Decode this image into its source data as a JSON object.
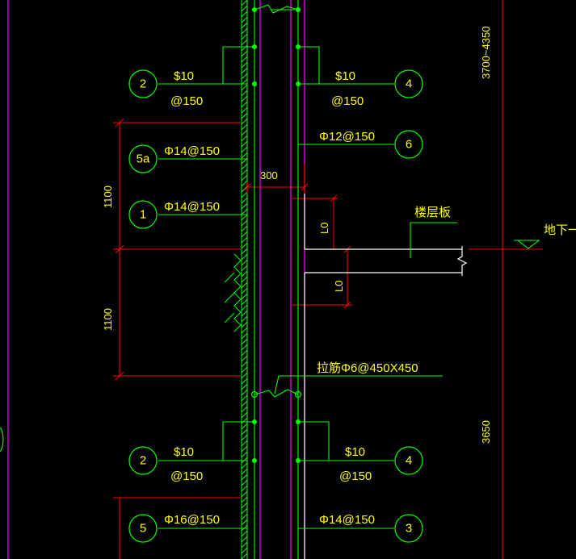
{
  "colors": {
    "background": "#000000",
    "rebar_line": "#00ff00",
    "wall_line": "#ff00ff",
    "dimension_line": "#ff0000",
    "slab_line": "#ffffff",
    "text": "#ffff00"
  },
  "bubbles": [
    {
      "id": "b2a",
      "label": "2"
    },
    {
      "id": "b4a",
      "label": "4"
    },
    {
      "id": "b5a",
      "label": "5a"
    },
    {
      "id": "b6",
      "label": "6"
    },
    {
      "id": "b1",
      "label": "1"
    },
    {
      "id": "b2b",
      "label": "2"
    },
    {
      "id": "b4b",
      "label": "4"
    },
    {
      "id": "b5",
      "label": "5"
    },
    {
      "id": "b3",
      "label": "3"
    }
  ],
  "rebar_labels": {
    "b2a_top": "$10",
    "b2a_bottom": "@150",
    "b4a_top": "$10",
    "b4a_bottom": "@150",
    "b6": "Φ12@150",
    "b5a": "Φ14@150",
    "b1": "Φ14@150",
    "b2b_top": "$10",
    "b2b_bottom": "@150",
    "b4b_top": "$10",
    "b4b_bottom": "@150",
    "b5": "Φ16@150",
    "b3": "Φ14@150"
  },
  "notes": {
    "tie_bar": "拉筋Φ6@450X450",
    "floor_slab": "楼层板",
    "basement_level": "地下一层"
  },
  "dimensions": {
    "cover_300": "300",
    "upper_1100": "1100",
    "lower_1100": "1100",
    "lo_upper": "L0",
    "lo_lower": "L0",
    "height_top": "3700~4350",
    "height_bottom": "3650"
  }
}
